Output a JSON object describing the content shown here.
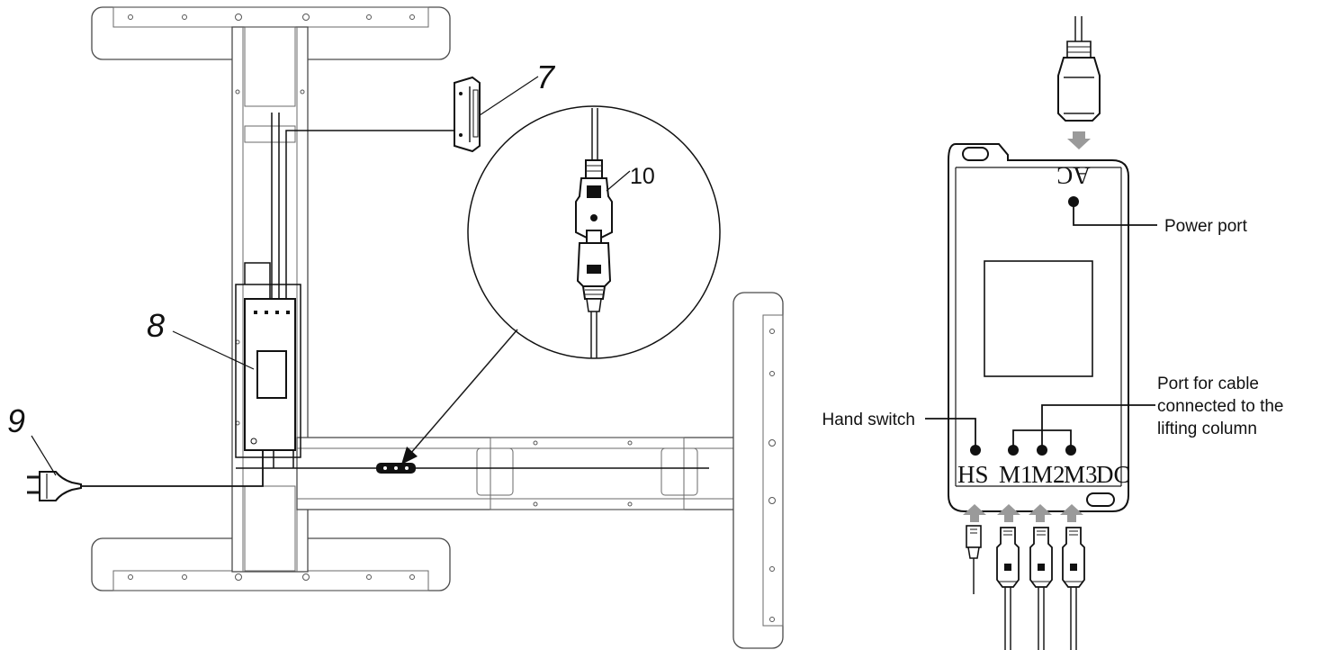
{
  "callouts": {
    "c7": "7",
    "c8": "8",
    "c9": "9",
    "c10": "10"
  },
  "control_box": {
    "top_port": "AC",
    "bottom_ports": {
      "hs": "HS",
      "m1": "M1",
      "m2": "M2",
      "m3": "M3",
      "dc": "DC"
    },
    "labels": {
      "power_port": "Power port",
      "hand_switch": "Hand switch",
      "lifting_port_line1": "Port for cable",
      "lifting_port_line2": "connected to the",
      "lifting_port_line3": "lifting column"
    }
  },
  "colors": {
    "line": "#1a1a1a",
    "frame": "#4a4a4a",
    "arrow": "#9a9a9a"
  }
}
